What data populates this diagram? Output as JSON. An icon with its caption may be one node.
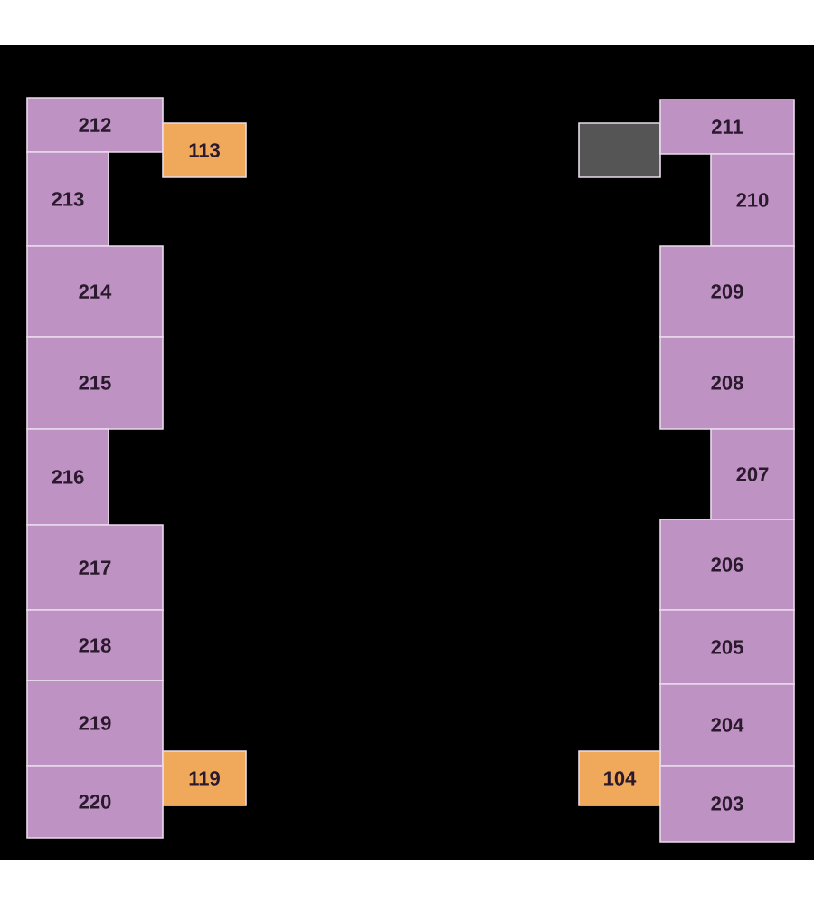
{
  "diagram": {
    "nodes": [
      {
        "text": [
          "212"
        ]
      },
      {
        "text": [
          "113"
        ]
      },
      {
        "text": [],
        "shape": "box"
      },
      {
        "text": [
          "211"
        ]
      },
      {
        "text": [
          "213"
        ]
      },
      {
        "text": [
          "210"
        ]
      },
      {
        "text": [
          "214"
        ]
      },
      {
        "text": [
          "209"
        ]
      },
      {
        "text": [
          "215"
        ]
      },
      {
        "text": [
          "208"
        ]
      },
      {
        "text": [
          "216"
        ]
      },
      {
        "text": [
          "207"
        ]
      },
      {
        "text": [
          "217"
        ]
      },
      {
        "text": [
          "206"
        ]
      },
      {
        "text": [
          "218"
        ]
      },
      {
        "text": [
          "205"
        ]
      },
      {
        "text": [
          "219"
        ]
      },
      {
        "text": [
          "204"
        ]
      },
      {
        "text": [
          "119"
        ]
      },
      {
        "text": [
          "104"
        ]
      },
      {
        "text": [
          "220"
        ]
      },
      {
        "text": [
          "203"
        ]
      }
    ]
  }
}
